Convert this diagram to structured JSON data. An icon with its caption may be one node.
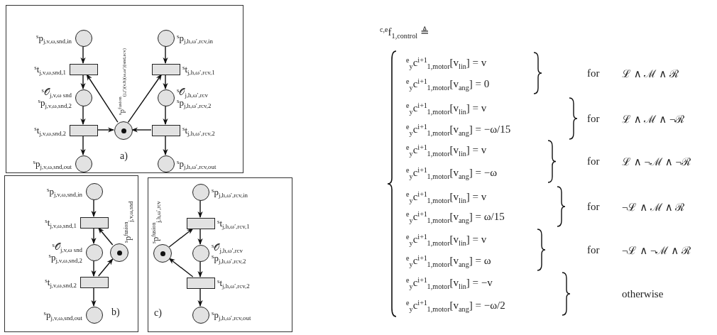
{
  "diagram": {
    "nodes": [
      {
        "text": [
          "a)"
        ]
      },
      {
        "text": [],
        "shape": "circle",
        "in": 0,
        "beside": [
          "$^{s}$p$_{j,v,ω,snd,in}$"
        ]
      },
      {
        "text": [],
        "shape": "box",
        "in": 0,
        "beside": [
          "$^{s}$t$_{j,v,ω,snd,1}$"
        ]
      },
      {
        "text": [],
        "shape": "circle",
        "in": 0,
        "beside": [
          "$^{s}$𝒪$_{j,v,ω snd}$",
          "$^{s}$p$_{j,v,ω,snd,2}$"
        ]
      },
      {
        "text": [],
        "shape": "box",
        "in": 0,
        "beside": [
          "$^{s}$t$_{j,v,ω,snd,2}$"
        ]
      },
      {
        "text": [],
        "shape": "circle",
        "in": 0,
        "beside": [
          "$^{s}$p$_{j,v,ω,snd,out}$"
        ]
      },
      {
        "text": [],
        "shape": "circle",
        "in": 0,
        "beside": [
          "$^{s}$p$^{fusion}$$_{(j,j′)(v,h)(ω,ω′)(snd,rcv)}$"
        ]
      },
      {
        "text": [],
        "shape": "circle",
        "in": 0,
        "beside": [
          "$^{s}$p$_{j,h,ω′,rcv,in}$"
        ]
      },
      {
        "text": [],
        "shape": "box",
        "in": 0,
        "beside": [
          "$^{s}$t$_{j,h,ω′,rcv,1}$"
        ]
      },
      {
        "text": [],
        "shape": "circle",
        "in": 0,
        "beside": [
          "$^{s}$𝒪$_{j,h,ω′,rcv}$",
          "$^{s}$p$_{j,h,ω′,rcv,2}$"
        ]
      },
      {
        "text": [],
        "shape": "box",
        "in": 0,
        "beside": [
          "$^{s}$t$_{j,h,ω′,rcv,2}$"
        ]
      },
      {
        "text": [],
        "shape": "circle",
        "in": 0,
        "beside": [
          "$^{s}$p$_{j,h,ω′,rcv,out}$"
        ]
      },
      {
        "text": [
          "b)"
        ]
      },
      {
        "text": [],
        "shape": "circle",
        "in": 12,
        "beside": [
          "$^{s}$p$_{j,v,ω,snd,in}$"
        ]
      },
      {
        "text": [],
        "shape": "box",
        "in": 12,
        "beside": [
          "$^{s}$t$_{j,v,ω,snd,1}$"
        ]
      },
      {
        "text": [],
        "shape": "circle",
        "in": 12,
        "beside": [
          "$^{s}$𝒪$_{j,v,ω snd}$",
          "$^{s}$p$_{j,v,ω,snd,2}$"
        ]
      },
      {
        "text": [],
        "shape": "box",
        "in": 12,
        "beside": [
          "$^{s}$t$_{j,v,ω,snd,2}$"
        ]
      },
      {
        "text": [],
        "shape": "circle",
        "in": 12,
        "beside": [
          "$^{s}$p$_{j,v,ω,snd,out}$"
        ]
      },
      {
        "text": [],
        "shape": "circle",
        "in": 12,
        "beside": [
          "$^{s}$p$^{fusion}$$_{j,v,ω,snd}$"
        ]
      },
      {
        "text": [
          "c)"
        ]
      },
      {
        "text": [],
        "shape": "circle",
        "in": 19,
        "beside": [
          "$^{s}$p$_{j,h,ω′,rcv,in}$"
        ]
      },
      {
        "text": [],
        "shape": "box",
        "in": 19,
        "beside": [
          "$^{s}$t$_{j,h,ω′,rcv,1}$"
        ]
      },
      {
        "text": [],
        "shape": "circle",
        "in": 19,
        "beside": [
          "$^{s}$𝒪$_{j,h,ω′,rcv}$",
          "$^{s}$p$_{j,h,ω′,rcv,2}$"
        ]
      },
      {
        "text": [],
        "shape": "box",
        "in": 19,
        "beside": [
          "$^{s}$t$_{j,h,ω′,rcv,2}$"
        ]
      },
      {
        "text": [],
        "shape": "circle",
        "in": 19,
        "beside": [
          "$^{s}$p$_{j,h,ω′,rcv,out}$"
        ]
      },
      {
        "text": [],
        "shape": "circle",
        "in": 19,
        "beside": [
          "$^{s}$p$^{fusion}$$_{j,h,ω′,rcv}$"
        ]
      }
    ],
    "edges": [
      {
        "from": 1,
        "to": 2,
        "arrow": "to"
      },
      {
        "from": 2,
        "to": 3,
        "arrow": "to"
      },
      {
        "from": 3,
        "to": 4,
        "arrow": "to"
      },
      {
        "from": 4,
        "to": 5,
        "arrow": "to"
      },
      {
        "from": 6,
        "to": 2,
        "arrow": "to"
      },
      {
        "from": 4,
        "to": 6,
        "arrow": "to"
      },
      {
        "from": 7,
        "to": 8,
        "arrow": "to"
      },
      {
        "from": 8,
        "to": 9,
        "arrow": "to"
      },
      {
        "from": 9,
        "to": 10,
        "arrow": "to"
      },
      {
        "from": 10,
        "to": 11,
        "arrow": "to"
      },
      {
        "from": 6,
        "to": 8,
        "arrow": "to"
      },
      {
        "from": 10,
        "to": 6,
        "arrow": "to"
      },
      {
        "from": 13,
        "to": 14,
        "arrow": "to"
      },
      {
        "from": 14,
        "to": 15,
        "arrow": "to"
      },
      {
        "from": 15,
        "to": 16,
        "arrow": "to"
      },
      {
        "from": 16,
        "to": 17,
        "arrow": "to"
      },
      {
        "from": 18,
        "to": 14,
        "arrow": "to"
      },
      {
        "from": 16,
        "to": 18,
        "arrow": "to"
      },
      {
        "from": 20,
        "to": 21,
        "arrow": "to"
      },
      {
        "from": 21,
        "to": 22,
        "arrow": "to"
      },
      {
        "from": 22,
        "to": 23,
        "arrow": "to"
      },
      {
        "from": 23,
        "to": 24,
        "arrow": "to"
      },
      {
        "from": 25,
        "to": 21,
        "arrow": "to"
      },
      {
        "from": 23,
        "to": 25,
        "arrow": "to"
      }
    ],
    "labels": [
      "$^{c,e}$f$_{1,control}$ ≜",
      "$^{e}$$_{y}$c$^{i+1}$$_{1,motor}$[v$_{lin}$] = v",
      "$^{e}$$_{y}$c$^{i+1}$$_{1,motor}$[v$_{ang}$] = 0",
      "for",
      "ℒ ∧ ℳ ∧ ℛ",
      "$^{e}$$_{y}$c$^{i+1}$$_{1,motor}$[v$_{lin}$] = v",
      "$^{e}$$_{y}$c$^{i+1}$$_{1,motor}$[v$_{ang}$] = −ω/15",
      "for",
      "ℒ ∧ ℳ ∧ ¬ℛ",
      "$^{e}$$_{y}$c$^{i+1}$$_{1,motor}$[v$_{lin}$] = v",
      "$^{e}$$_{y}$c$^{i+1}$$_{1,motor}$[v$_{ang}$] = −ω",
      "for",
      "ℒ ∧ ¬ℳ ∧ ¬ℛ",
      "$^{e}$$_{y}$c$^{i+1}$$_{1,motor}$[v$_{lin}$] = v",
      "$^{e}$$_{y}$c$^{i+1}$$_{1,motor}$[v$_{ang}$] = ω/15",
      "for",
      "¬ℒ ∧ ℳ ∧ ℛ",
      "$^{e}$$_{y}$c$^{i+1}$$_{1,motor}$[v$_{lin}$] = v",
      "$^{e}$$_{y}$c$^{i+1}$$_{1,motor}$[v$_{ang}$] = ω",
      "for",
      "¬ℒ ∧ ¬ℳ ∧ ℛ",
      "$^{e}$$_{y}$c$^{i+1}$$_{1,motor}$[v$_{lin}$] = −v",
      "$^{e}$$_{y}$c$^{i+1}$$_{1,motor}$[v$_{ang}$] = −ω/2",
      "otherwise"
    ]
  }
}
